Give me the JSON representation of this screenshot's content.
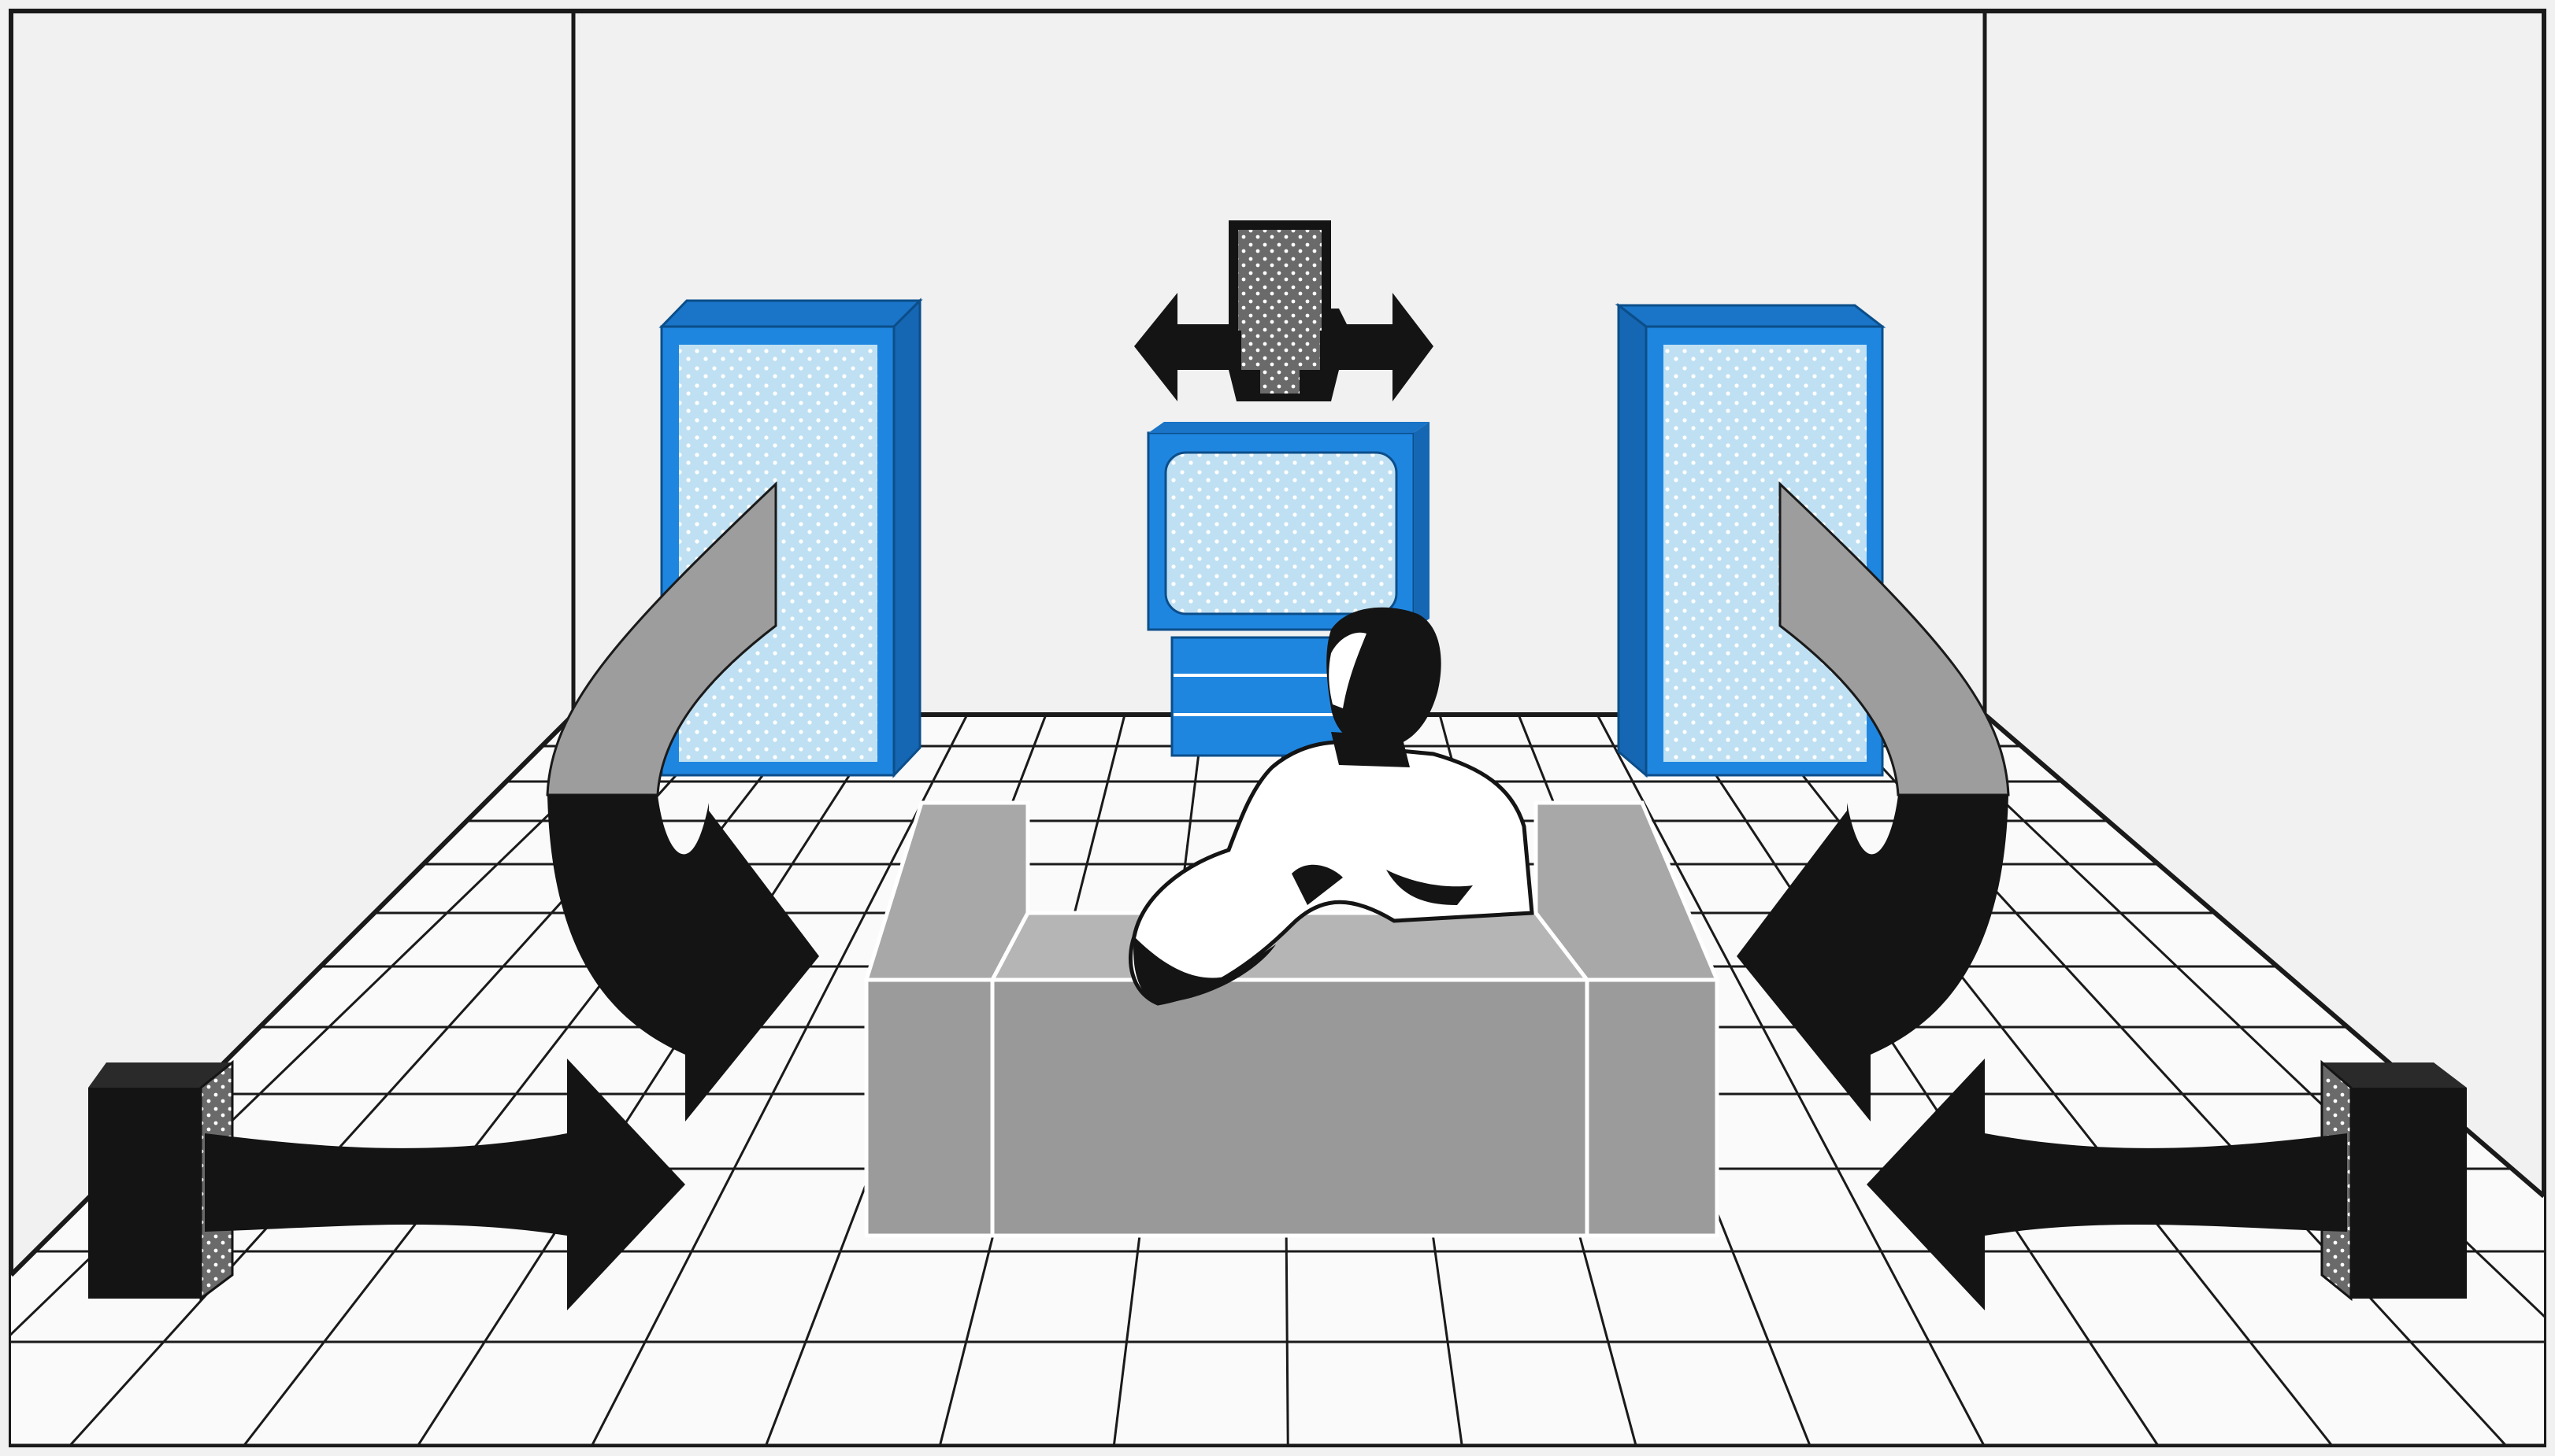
{
  "diagram": {
    "title": "",
    "labels": []
  },
  "colors": {
    "background": "#f1f1f1",
    "outline": "#1a1a1a",
    "speaker_blue": "#1f86e0",
    "speaker_grille": "#bfe0f2",
    "sofa_gray": "#9b9b9b",
    "arrow_black": "#141414",
    "arrow_side_gray": "#9d9d9d",
    "floor": "#fafafa"
  },
  "scene": {
    "components": [
      "front-left-speaker",
      "front-right-speaker",
      "center-speaker",
      "television",
      "tv-cabinet",
      "sofa",
      "listener",
      "rear-left-speaker",
      "rear-right-speaker"
    ]
  }
}
